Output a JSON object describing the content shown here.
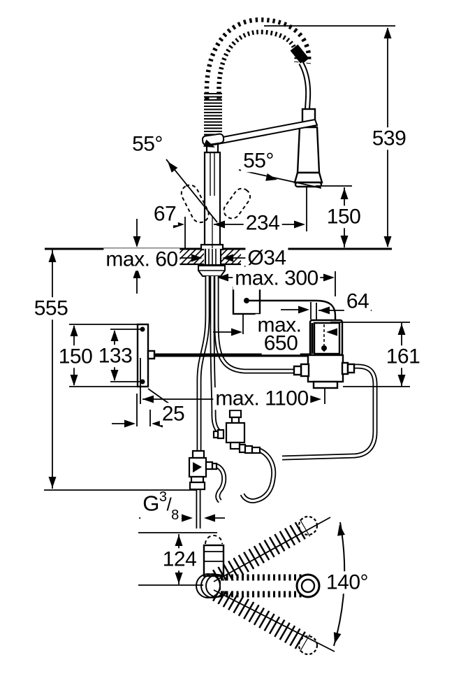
{
  "drawing": {
    "type": "kitchen-faucet-installation-dimensional-drawing",
    "background_color": "#ffffff",
    "line_color": "#000000"
  },
  "labels": {
    "height_above_counter": "539",
    "lever_angle_left": "55°",
    "lever_angle_right": "55°",
    "base_offset": "67",
    "spout_reach": "234",
    "spray_head_clearance": "150",
    "counter_thickness": "max. 60",
    "hole_diameter": "Ø34",
    "cable_length": "max. 300",
    "unit_width": "64",
    "depth_below_counter": "555",
    "hose_to_unit_line1": "max.",
    "hose_to_unit_line2": "650",
    "plate_height": "150",
    "screw_spacing": "133",
    "unit_height": "161",
    "hose_length": "max. 1100",
    "plate_depth": "25",
    "thread": {
      "g": "G",
      "numerator": "3",
      "slash": "/",
      "denominator": "8"
    },
    "spout_pivot_height": "124",
    "swivel_angle": "140°"
  }
}
